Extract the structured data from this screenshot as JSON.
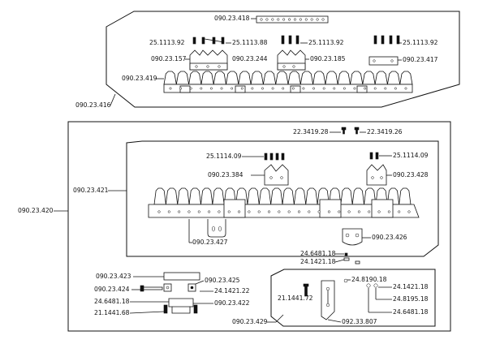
{
  "labels": {
    "top_1": "090.23.418",
    "top_2": "25.1113.92",
    "top_3": "25.1113.88",
    "top_4": "25.1113.92",
    "top_5": "25.1113.92",
    "top_6": "090.23.157",
    "top_7": "090.23.244",
    "top_8": "090.23.185",
    "top_9": "090.23.417",
    "top_10": "090.23.419",
    "top_11": "090.23.416",
    "mid_1": "22.3419.28",
    "mid_2": "22.3419.26",
    "mid_3": "25.1114.09",
    "mid_4": "25.1114.09",
    "mid_5": "090.23.384",
    "mid_6": "090.23.428",
    "mid_7": "090.23.421",
    "mid_8": "090.23.420",
    "mid_9": "090.23.427",
    "mid_10": "090.23.426",
    "mid_11": "24.6481.18",
    "mid_12": "24.1421.18",
    "bl_1": "090.23.423",
    "bl_2": "090.23.425",
    "bl_3": "090.23.424",
    "bl_4": "24.1421.22",
    "bl_5": "24.6481.18",
    "bl_6": "090.23.422",
    "bl_7": "21.1441.68",
    "br_1": "24.8190.18",
    "br_2": "21.1441.72",
    "br_3": "24.1421.18",
    "br_4": "24.8195.18",
    "br_5": "24.6481.18",
    "br_6": "092.33.807",
    "br_7": "090.23.429"
  }
}
